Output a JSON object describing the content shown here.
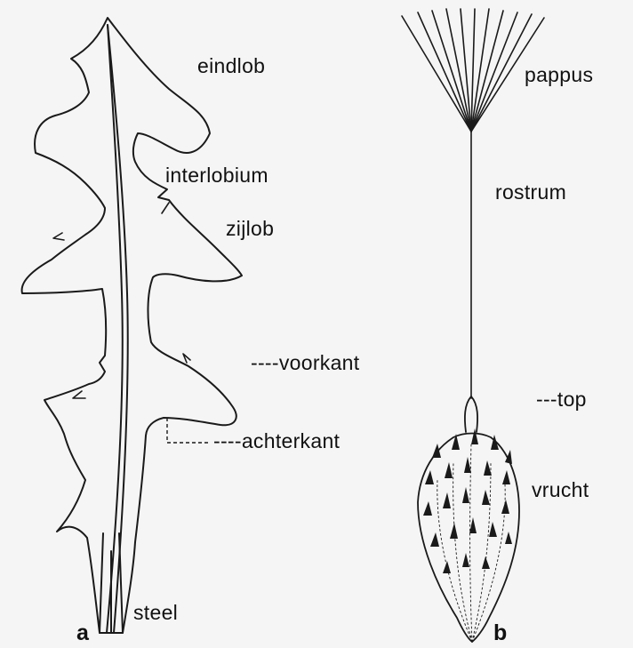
{
  "panels": {
    "a": "a",
    "b": "b"
  },
  "leaf": {
    "labels": {
      "eindlob": "eindlob",
      "interlobium": "interlobium",
      "zijlob": "zijlob",
      "voorkant": "----voorkant",
      "achterkant": "----achterkant",
      "steel": "steel"
    }
  },
  "fruit": {
    "labels": {
      "pappus": "pappus",
      "rostrum": "rostrum",
      "top": "---top",
      "vrucht": "vrucht"
    }
  },
  "colors": {
    "line": "#1a1a1a",
    "background": "#f5f5f5"
  }
}
